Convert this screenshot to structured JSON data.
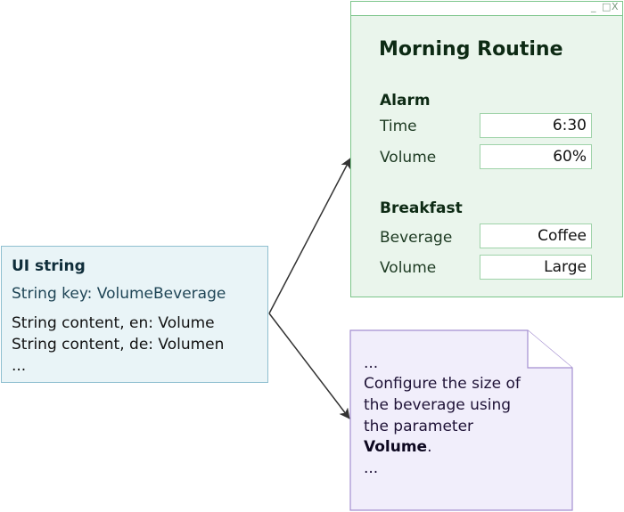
{
  "ui_string": {
    "title": "UI string",
    "key": "String key: VolumeBeverage",
    "content_en": "String content, en: Volume",
    "content_de": "String content, de: Volumen",
    "ellipsis": "..."
  },
  "window": {
    "controls": [
      "_",
      "□",
      "X"
    ],
    "title": "Morning Routine",
    "sections": [
      {
        "heading": "Alarm",
        "rows": [
          {
            "label": "Time",
            "value": "6:30"
          },
          {
            "label": "Volume",
            "value": "60%"
          }
        ]
      },
      {
        "heading": "Breakfast",
        "rows": [
          {
            "label": "Beverage",
            "value": "Coffee"
          },
          {
            "label": "Volume",
            "value": "Large"
          }
        ]
      }
    ]
  },
  "document": {
    "line1": "...",
    "line2": "Configure the size of",
    "line3": "the beverage using",
    "line4": "the parameter",
    "bold_word": "Volume",
    "period": ".",
    "line6": "..."
  },
  "colors": {
    "ui_box_fill": "#e9f4f7",
    "window_fill": "#eaf5ec",
    "window_border": "#7cc58a",
    "doc_fill": "#f1eefb",
    "doc_border": "#a48fd0",
    "arrow": "#333333"
  }
}
